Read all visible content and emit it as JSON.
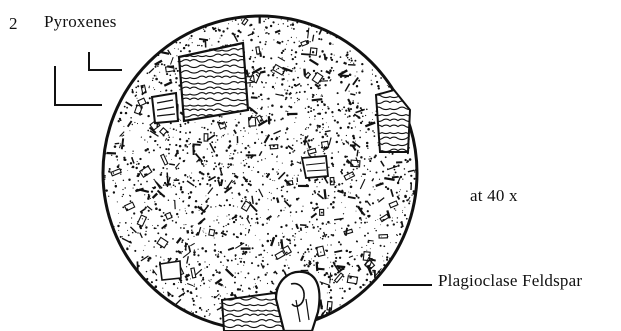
{
  "labels": {
    "top_number": "2",
    "top_label": "Pyroxenes",
    "magnification": "at 40 x",
    "bottom_label": "Plagioclase Feldspar"
  },
  "colors": {
    "ink": "#111111",
    "paper": "#ffffff"
  }
}
